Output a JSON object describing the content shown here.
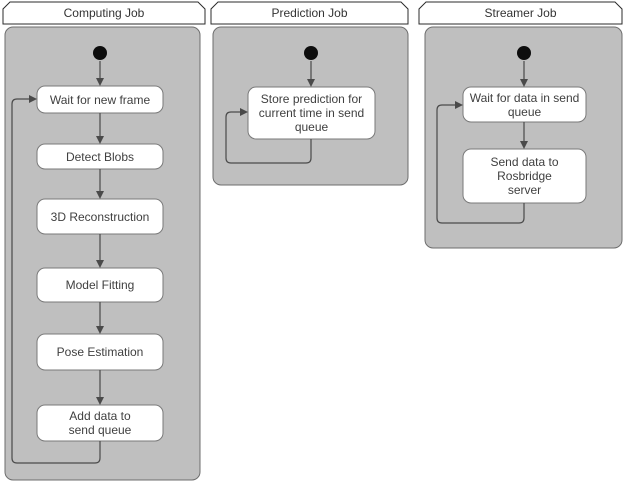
{
  "diagram": {
    "type": "uml-activity-diagram",
    "lanes": [
      {
        "title": "Computing Job",
        "nodes": [
          {
            "label": "Wait for new frame"
          },
          {
            "label": "Detect Blobs"
          },
          {
            "label": "3D Reconstruction"
          },
          {
            "label": "Model Fitting"
          },
          {
            "label": "Pose Estimation"
          },
          {
            "label": "Add data to send queue"
          }
        ],
        "flow": "start -> Wait for new frame -> Detect Blobs -> 3D Reconstruction -> Model Fitting -> Pose Estimation -> Add data to send queue -> loop back to Wait for new frame"
      },
      {
        "title": "Prediction Job",
        "nodes": [
          {
            "label": "Store prediction for current time in send queue"
          }
        ],
        "flow": "start -> Store prediction for current time in send queue -> loop back to itself"
      },
      {
        "title": "Streamer Job",
        "nodes": [
          {
            "label": "Wait for data in send queue"
          },
          {
            "label": "Send data to Rosbridge server"
          }
        ],
        "flow": "start -> Wait for data in send queue -> Send data to Rosbridge server -> loop back to Wait for data in send queue"
      }
    ],
    "colors": {
      "lane_fill": "#bfbfbf",
      "lane_border": "#6e6e6e",
      "node_fill": "#ffffff",
      "node_border": "#7a7a7a",
      "title_fill": "#ffffff",
      "title_border": "#2b2b2b",
      "arrow": "#4a4a4a",
      "start_node": "#0d0d0d",
      "text": "#404040"
    }
  }
}
